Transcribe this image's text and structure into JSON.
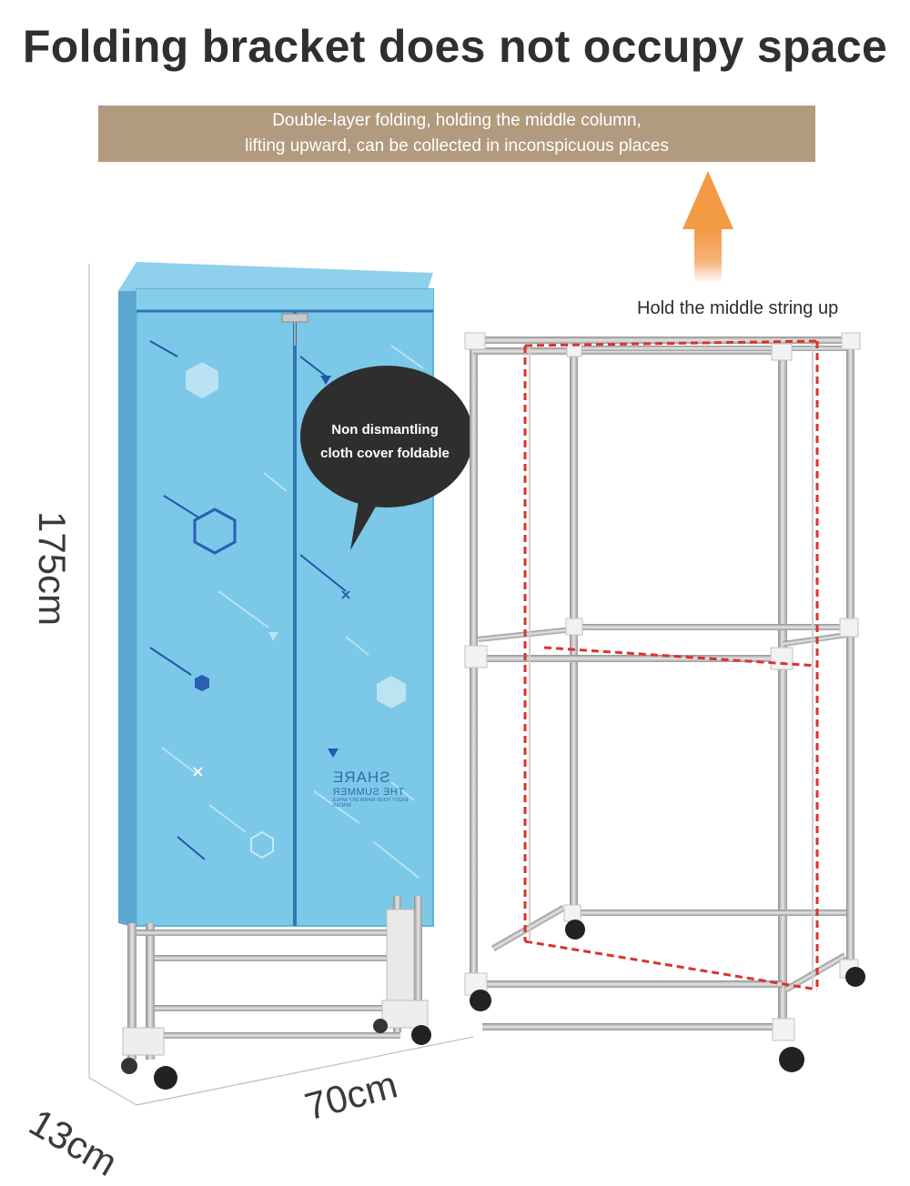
{
  "heading": {
    "title": "Folding bracket does not occupy space"
  },
  "banner": {
    "line1": "Double-layer folding, holding the middle column,",
    "line2": "lifting upward, can be collected in inconspicuous places"
  },
  "callouts": {
    "hold_caption": "Hold the middle string up",
    "bubble_line1": "Non dismantling",
    "bubble_line2": "cloth cover foldable"
  },
  "dimensions": {
    "height": "175cm",
    "depth": "13cm",
    "width": "70cm"
  },
  "cover_print": {
    "line1": "SHARE",
    "line2": "THE SUMMER",
    "line3": "ENJOY YOUR WARM DRY WHILE WINTER"
  },
  "colors": {
    "banner_bg": "#b29a7e",
    "cover_blue": "#7cc8e8",
    "arrow_orange": "#f4a257",
    "highlight_red": "#d9332b",
    "bubble_dark": "#2e2e2e"
  }
}
